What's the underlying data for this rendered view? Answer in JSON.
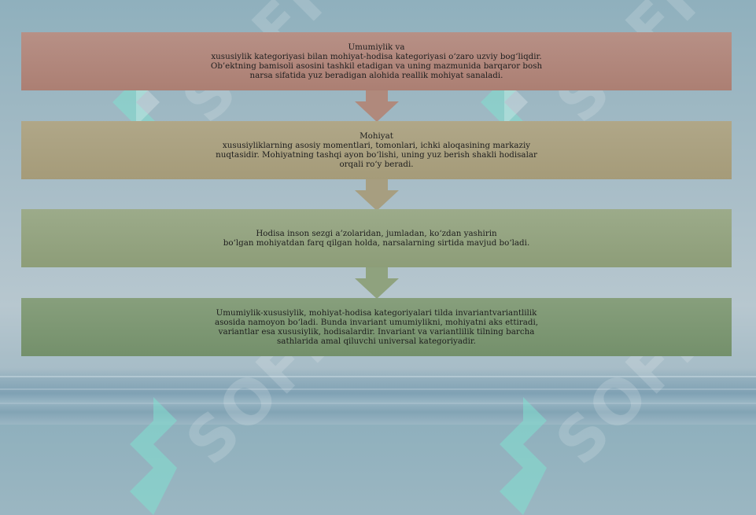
{
  "watermark": {
    "text": "SOFF",
    "logo_color": "#7fe0cf"
  },
  "steps": [
    {
      "title": "Umumiylik va",
      "lines": [
        "xususiylik kategoriyasi bilan mohiyat-hodisa kategoriyasi o‘zaro uzviy bog‘liqdir.",
        "Ob’ektning bamisoli asosini tashkil etadigan va uning mazmunida barqaror bosh",
        "narsa sifatida yuz beradigan alohida reallik mohiyat sanaladi."
      ],
      "color_top": "#b79086",
      "color_bottom": "#ac7f73"
    },
    {
      "title": "Mohiyat",
      "lines": [
        "xususiyliklarning asosiy momentlari, tomonlari, ichki aloqasining markaziy",
        "nuqtasidir. Mohiyatning tashqi ayon bo‘lishi, uning yuz berish shakli hodisalar",
        "orqali ro‘y beradi."
      ],
      "color_top": "#b0a788",
      "color_bottom": "#a59b79"
    },
    {
      "title": "",
      "lines": [
        "Hodisa inson sezgi a’zolaridan, jumladan, ko‘zdan yashirin",
        "bo‘lgan mohiyatdan farq qilgan holda, narsalarning sirtida mavjud bo‘ladi."
      ],
      "color_top": "#9cab8a",
      "color_bottom": "#8d9d78"
    },
    {
      "title": "",
      "lines": [
        "Umumiylik-xususiylik, mohiyat-hodisa kategoriyalari tilda invariantvariantlilik",
        "asosida namoyon bo‘ladi. Bunda invariant umumiylikni, mohiyatni aks ettiradi,",
        "variantlar esa xususiylik, hodisalardir. Invariant va variantlilik tilning barcha",
        "sathlarida amal qiluvchi universal kategoriyadir."
      ],
      "color_top": "#879f7c",
      "color_bottom": "#74906b"
    }
  ],
  "arrows": [
    {
      "color": "#b0897c"
    },
    {
      "color": "#a79e80"
    },
    {
      "color": "#8fa27e"
    }
  ]
}
